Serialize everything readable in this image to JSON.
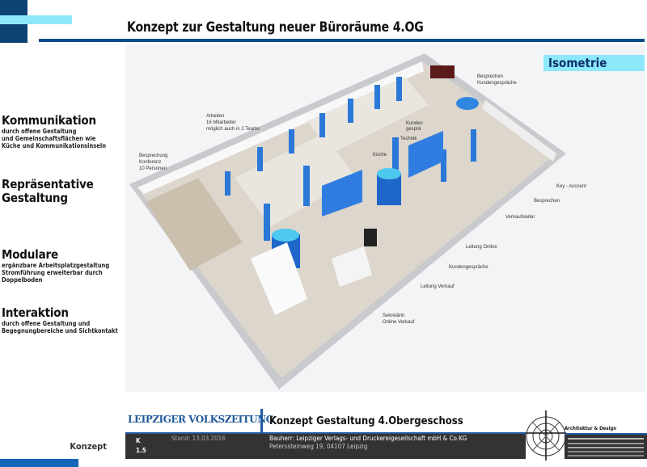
{
  "header": {
    "title": "Konzept zur Gestaltung neuer Büroräume 4.OG"
  },
  "sections": [
    {
      "heading": "Kommunikation",
      "text": [
        "durch offene Gestaltung",
        "und Gemeinschaftsflächen wie",
        "Küche und Kommunikationsinseln"
      ]
    },
    {
      "heading": "Repräsentative",
      "heading2": "Gestaltung",
      "text": []
    },
    {
      "heading": "Modulare",
      "text": [
        "ergänzbare Arbeitsplatzgestaltung",
        "Stromführung erweiterbar durch",
        "Doppelboden"
      ]
    },
    {
      "heading": "Interaktion",
      "text": [
        "durch offene Gestaltung und",
        "Begegnungbereiche und Sichtkontakt"
      ]
    }
  ],
  "view_label": "Isometrie",
  "plan_labels": {
    "besprechen_kunden": [
      "Besprechen",
      "Kundengespräche"
    ],
    "arbeiten": [
      "Arbeiten",
      "16 Mitarbeiter",
      "möglich auch in 2 Teams"
    ],
    "konferenz": [
      "Besprechung",
      "Konferenz",
      "10 Personen"
    ],
    "kunden_small": [
      "Kunden",
      "gesprä"
    ],
    "technik": "Technik",
    "kueche": "Küche",
    "key_account": "Key - Account",
    "besprechen": "Besprechen",
    "verkaufsleiter": "Verkaufsleiter",
    "leitung_online": "Leitung Online",
    "kundengespraeche": "Kundengespräche",
    "leitung_verkauf": "Leitung Verkauf",
    "sekretaerin": [
      "Sekretärin",
      "Online Verkauf"
    ]
  },
  "footer": {
    "client_logo": "LEIPZIGER VOLKSZEITUNG",
    "title": "Konzept Gestaltung 4.Obergeschoss",
    "code": [
      "K",
      "1.5"
    ],
    "stand": "Stand: 13.03.2016",
    "bauherr": "Bauherr: Leipziger Verlags- und Druckereigesellschaft mbH & Co.KG",
    "address": "Peterssteinweg 19, 04107 Leipzig",
    "section": "Konzept",
    "architect": "Architektur & Design"
  },
  "colors": {
    "dark_blue": "#0d4275",
    "cyan": "#8de8fa",
    "accent_blue": "#1e6fd0"
  }
}
